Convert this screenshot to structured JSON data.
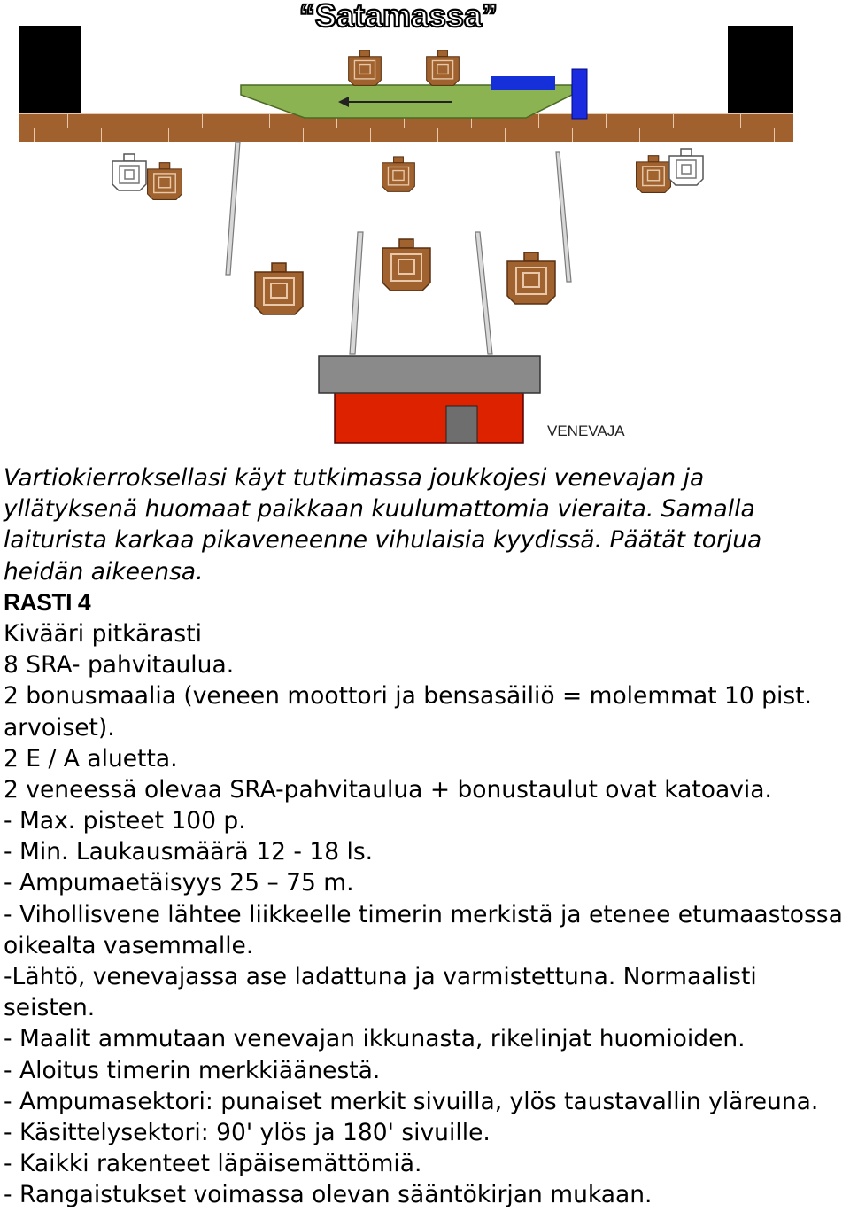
{
  "diagram": {
    "title": "“Satamassa”",
    "building_label": "VENEVAJA"
  },
  "intro": [
    "Vartiokierroksellasi käyt tutkimassa joukkojesi venevajan ja",
    "yllätyksenä huomaat paikkaan kuulumattomia vieraita. Samalla",
    "laiturista karkaa pikaveneenne vihulaisia kyydissä. Päätät torjua",
    "heidän aikeensa."
  ],
  "heading": "RASTI 4",
  "details": [
    "Kivääri pitkärasti",
    "8 SRA- pahvitaulua.",
    "2 bonusmaalia (veneen moottori ja bensasäiliö = molemmat 10 pist.",
    "arvoiset).",
    "2 E / A aluetta.",
    "2 veneessä olevaa SRA-pahvitaulua + bonustaulut ovat katoavia.",
    "- Max. pisteet 100 p.",
    "- Min. Laukausmäärä 12 - 18 ls.",
    "- Ampumaetäisyys 25 – 75 m.",
    "- Vihollisvene lähtee liikkeelle timerin merkistä ja etenee etumaastossa",
    "oikealta vasemmalle.",
    "-Lähtö, venevajassa ase ladattuna ja varmistettuna. Normaalisti",
    "seisten.",
    "- Maalit ammutaan venevajan ikkunasta, rikelinjat huomioiden.",
    "- Aloitus timerin merkkiäänestä.",
    "- Ampumasektori: punaiset merkit sivuilla, ylös taustavallin yläreuna.",
    "- Käsittelysektori: 90' ylös ja 180' sivuille.",
    "- Kaikki rakenteet läpäisemättömiä.",
    "- Rangaistukset voimassa olevan sääntökirjan mukaan."
  ],
  "colors": {
    "cardboard_target": "#9c5a34",
    "no_shoot_target": "#ffffff",
    "pier": "#9c5c30",
    "boat": "#8bb352",
    "fuel_tank": "#1530d8",
    "engine": "#1a2be0",
    "building_roof": "#8a8a8a",
    "building_wall": "#dd2200",
    "door": "#6e6e6e",
    "pillar": "#000000",
    "wall_panel": "#d8d8d8"
  }
}
